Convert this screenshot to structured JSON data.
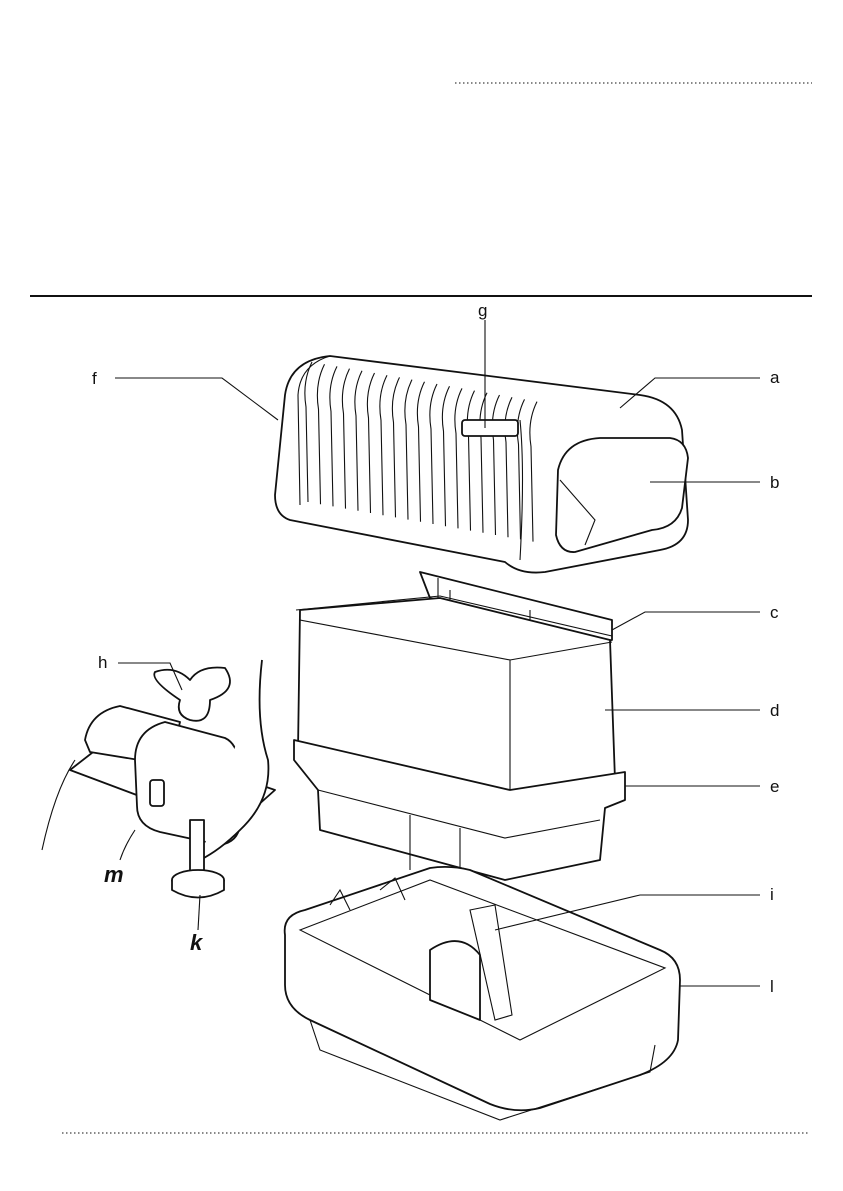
{
  "labels": {
    "a": "a",
    "b": "b",
    "c": "c",
    "d": "d",
    "e": "e",
    "f": "f",
    "g": "g",
    "h": "h",
    "i": "i",
    "k": "k",
    "l": "l",
    "m": "m"
  }
}
